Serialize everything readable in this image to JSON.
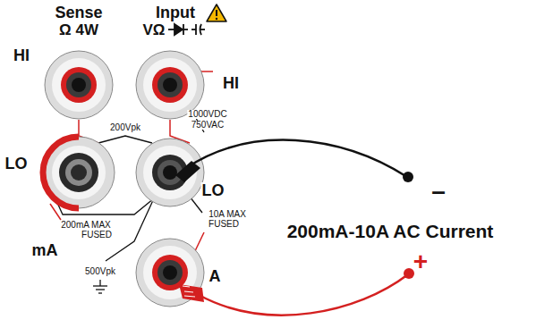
{
  "diagram": {
    "labels": [
      "Sense",
      "Ω 4W",
      "Input",
      "VΩ",
      "HI",
      "HI",
      "200Vpk",
      "1000VDC",
      "750VAC",
      "LO",
      "LO",
      "200mA MAX",
      "FUSED",
      "mA",
      "10A MAX",
      "FUSED",
      "500Vpk",
      "A",
      "200mA-10A AC Current",
      "–",
      "+"
    ]
  }
}
